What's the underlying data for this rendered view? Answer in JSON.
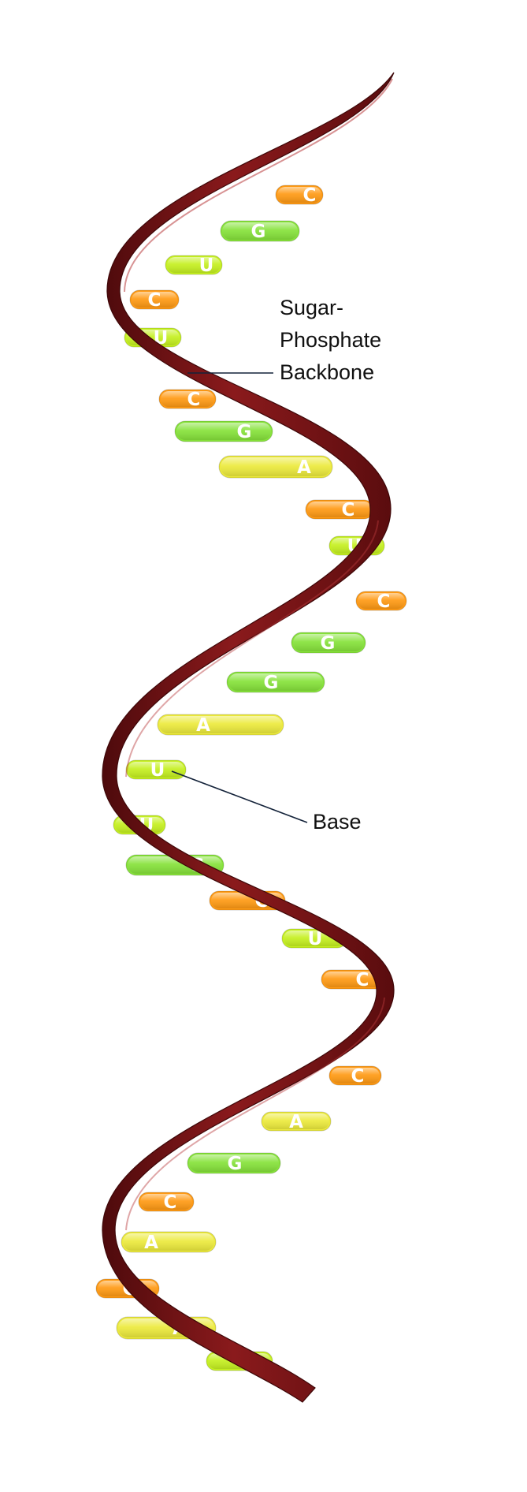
{
  "labels": {
    "backbone_line1": "Sugar-",
    "backbone_line2": "Phosphate",
    "backbone_line3": "Backbone",
    "base": "Base"
  },
  "colors": {
    "backbone": "#7a1416",
    "C": "#ff9a14",
    "G": "#86e23a",
    "U": "#c5f020",
    "A": "#ecea3c"
  },
  "bases": [
    {
      "letter": "C"
    },
    {
      "letter": "G"
    },
    {
      "letter": "U"
    },
    {
      "letter": "C"
    },
    {
      "letter": "U"
    },
    {
      "letter": "C"
    },
    {
      "letter": "G"
    },
    {
      "letter": "A"
    },
    {
      "letter": "C"
    },
    {
      "letter": "U"
    },
    {
      "letter": "C"
    },
    {
      "letter": "G"
    },
    {
      "letter": "G"
    },
    {
      "letter": "A"
    },
    {
      "letter": "U"
    },
    {
      "letter": "U"
    },
    {
      "letter": "G"
    },
    {
      "letter": "C"
    },
    {
      "letter": "U"
    },
    {
      "letter": "C"
    },
    {
      "letter": "C"
    },
    {
      "letter": "A"
    },
    {
      "letter": "G"
    },
    {
      "letter": "C"
    },
    {
      "letter": "A"
    },
    {
      "letter": "C"
    },
    {
      "letter": "A"
    },
    {
      "letter": "U"
    }
  ]
}
